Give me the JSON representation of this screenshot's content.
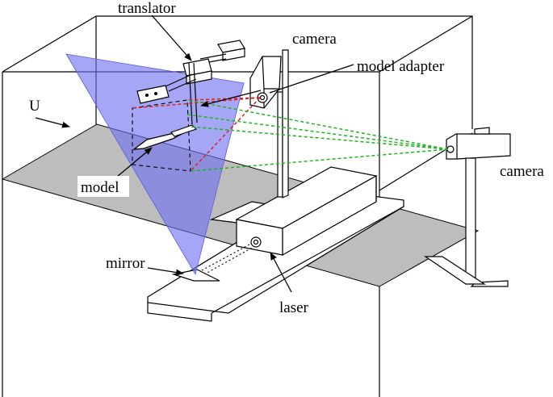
{
  "labels": {
    "translator": "translator",
    "camera_top": "camera",
    "model_adapter": "model adapter",
    "flow": "U",
    "camera_right": "camera",
    "model": "model",
    "mirror": "mirror",
    "laser": "laser"
  },
  "colors": {
    "laser_sheet": "#6f6ff0",
    "floor_plane": "#bdbdbd",
    "red_rays": "#e0201c",
    "green_rays": "#1fb51f",
    "outline": "#000000"
  }
}
